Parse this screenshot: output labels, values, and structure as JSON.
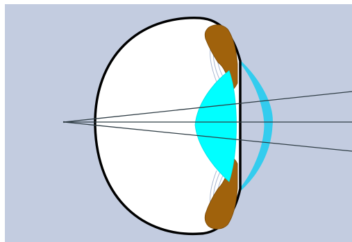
{
  "diagram": {
    "subject": "eye",
    "colors": {
      "background": "#c3cce0",
      "sclera_fill": "#ffffff",
      "sclera_outline": "#000000",
      "cornea": "#33ccee",
      "lens": "#00ffff",
      "iris": "#a0620c",
      "ciliary_fibers": "#a9b7d1",
      "light_rays": "#2f3d45"
    },
    "parts": [
      "eyeball",
      "cornea",
      "iris",
      "lens",
      "ciliary-fibers",
      "light-rays",
      "focal-point"
    ],
    "ray_count": 3
  }
}
